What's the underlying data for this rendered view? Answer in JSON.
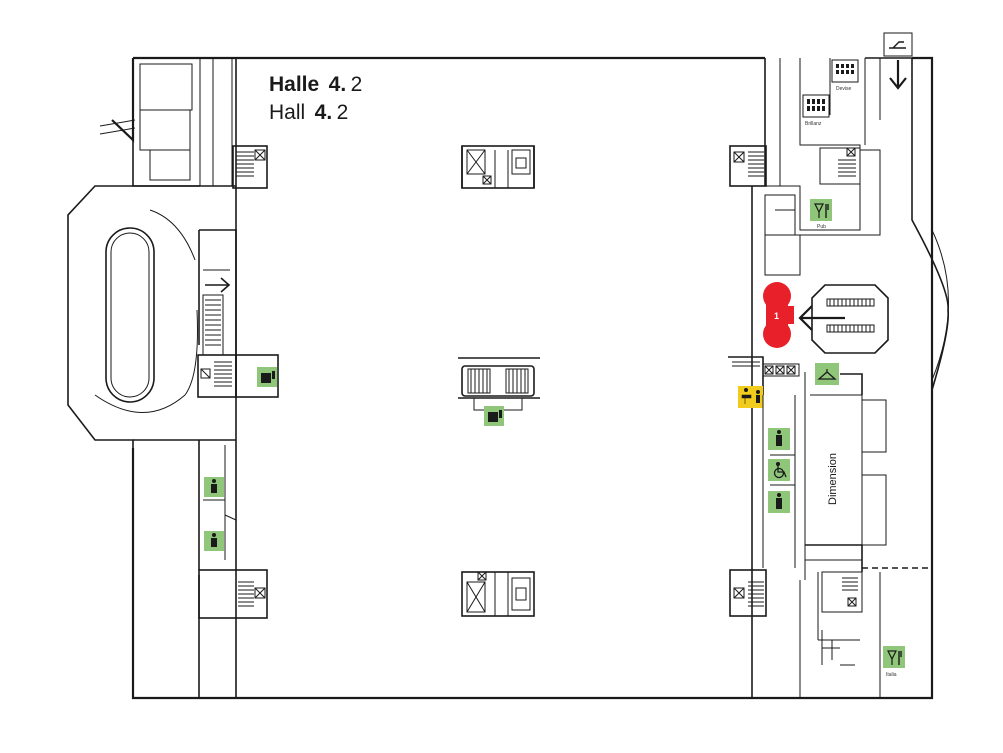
{
  "hall": {
    "title_de_word": "Halle",
    "title_de_num_bold": "4.",
    "title_de_num_light": "2",
    "title_en_word": "Hall",
    "title_en_num_bold": "4.",
    "title_en_num_light": "2"
  },
  "labels": {
    "dimension": "Dimension",
    "devise": "Devise",
    "brillanz": "Brillanz",
    "pub": "Pub",
    "italia": "Italia"
  },
  "marker": {
    "number": "1",
    "color": "#e8202a"
  },
  "colors": {
    "service_green": "#8fc67a",
    "info_yellow": "#f2cc1d",
    "walls": "#1a1a1a"
  },
  "icons": [
    "restaurant-icon",
    "kiosk-icon",
    "toilet-icon",
    "wheelchair-toilet-icon",
    "info-desk-icon",
    "cloakroom-icon",
    "elevator-icon",
    "stairs-icon",
    "escalator-icon",
    "direction-arrow-icon",
    "location-marker-icon"
  ]
}
